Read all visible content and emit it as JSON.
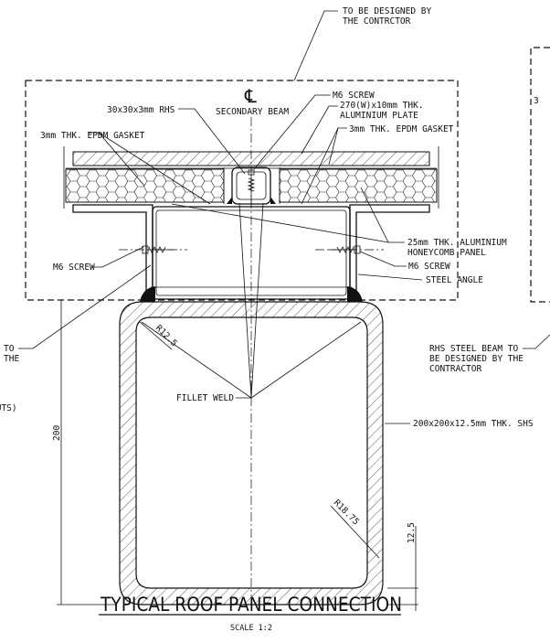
{
  "drawing": {
    "title": "TYPICAL ROOF PANEL CONNECTION",
    "scale": "SCALE 1:2",
    "centerline_symbol": "℄",
    "labels": {
      "contractor_1": "TO BE DESIGNED BY",
      "contractor_2": "THE CONTRCTOR",
      "rhs_small": "30x30x3mm RHS",
      "secondary_beam": "SECONDARY BEAM",
      "m6_screw_top": "M6 SCREW",
      "plate_1": "270(W)x10mm THK.",
      "plate_2": "ALUMINIUM PLATE",
      "gasket_left": "3mm THK. EPDM GASKET",
      "gasket_right": "3mm THK. EPDM GASKET",
      "honeycomb_1": "25mm THK. ALUMINIUM",
      "honeycomb_2": "HONEYCOMB PANEL",
      "m6_screw_left": "M6 SCREW",
      "m6_screw_right": "M6 SCREW",
      "steel_angle": "STEEL ANGLE",
      "left_cut_1": "TO",
      "left_cut_2": "THE",
      "left_cut_3": "NUTS)",
      "right_cut": "3",
      "fillet_weld": "FILLET WELD",
      "rhs_beam_1": "RHS STEEL BEAM TO",
      "rhs_beam_2": "BE DESIGNED BY THE",
      "rhs_beam_3": "CONTRACTOR",
      "shs": "200x200x12.5mm THK. SHS",
      "r_inner": "R12.5",
      "r_outer": "R18.75",
      "dim_height": "200",
      "dim_thickness": "12.5"
    }
  }
}
